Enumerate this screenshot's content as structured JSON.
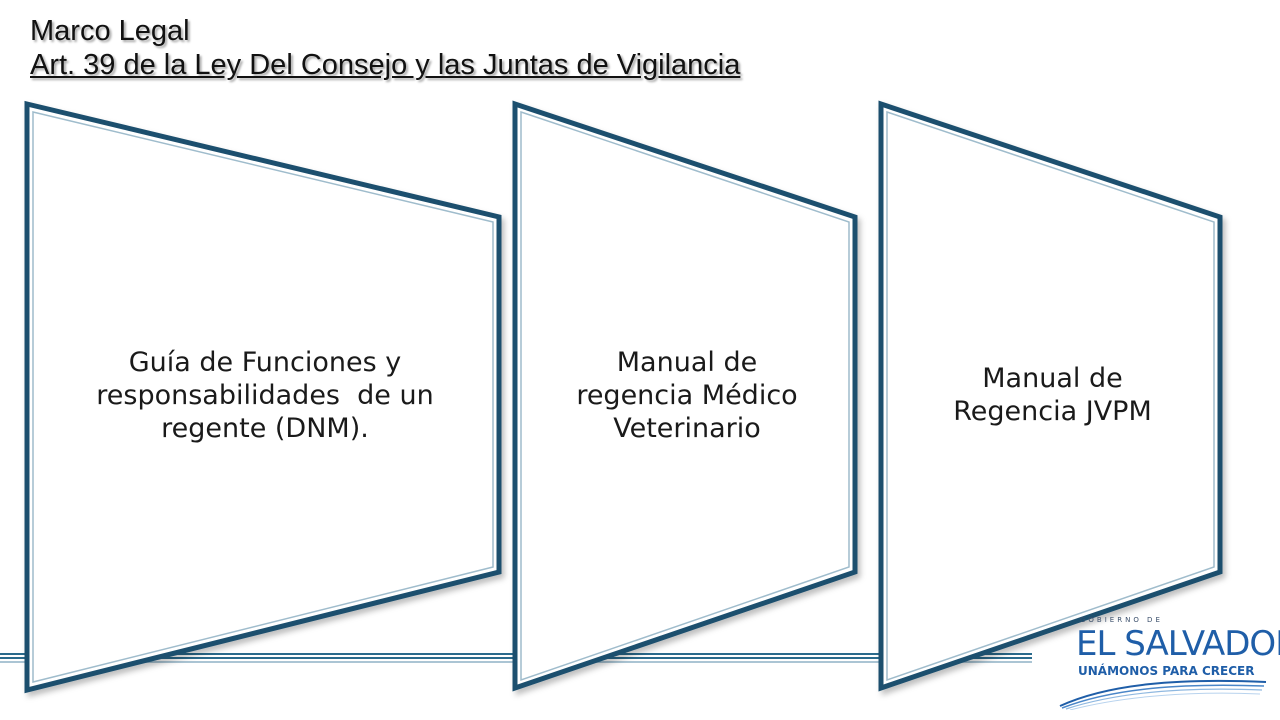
{
  "header": {
    "title": "Marco Legal",
    "subtitle": "Art. 39 de la Ley Del Consejo y las Juntas de Vigilancia"
  },
  "panels": [
    {
      "lines": [
        "Guía de Funciones y",
        "responsabilidades  de un",
        "regente (DNM)."
      ]
    },
    {
      "lines": [
        "Manual de",
        "regencia Médico",
        "Veterinario"
      ]
    },
    {
      "lines": [
        "Manual de",
        "Regencia JVPM"
      ]
    }
  ],
  "logo": {
    "top_text": "GOBIERNO DE",
    "country": "EL SALVADOR",
    "motto": "UNÁMONOS PARA CRECER"
  },
  "colors": {
    "panel_border": "#1d4f6e",
    "panel_inner": "#ffffff",
    "accent_line": "#2a6a8c",
    "logo_blue": "#1f5ea8"
  }
}
